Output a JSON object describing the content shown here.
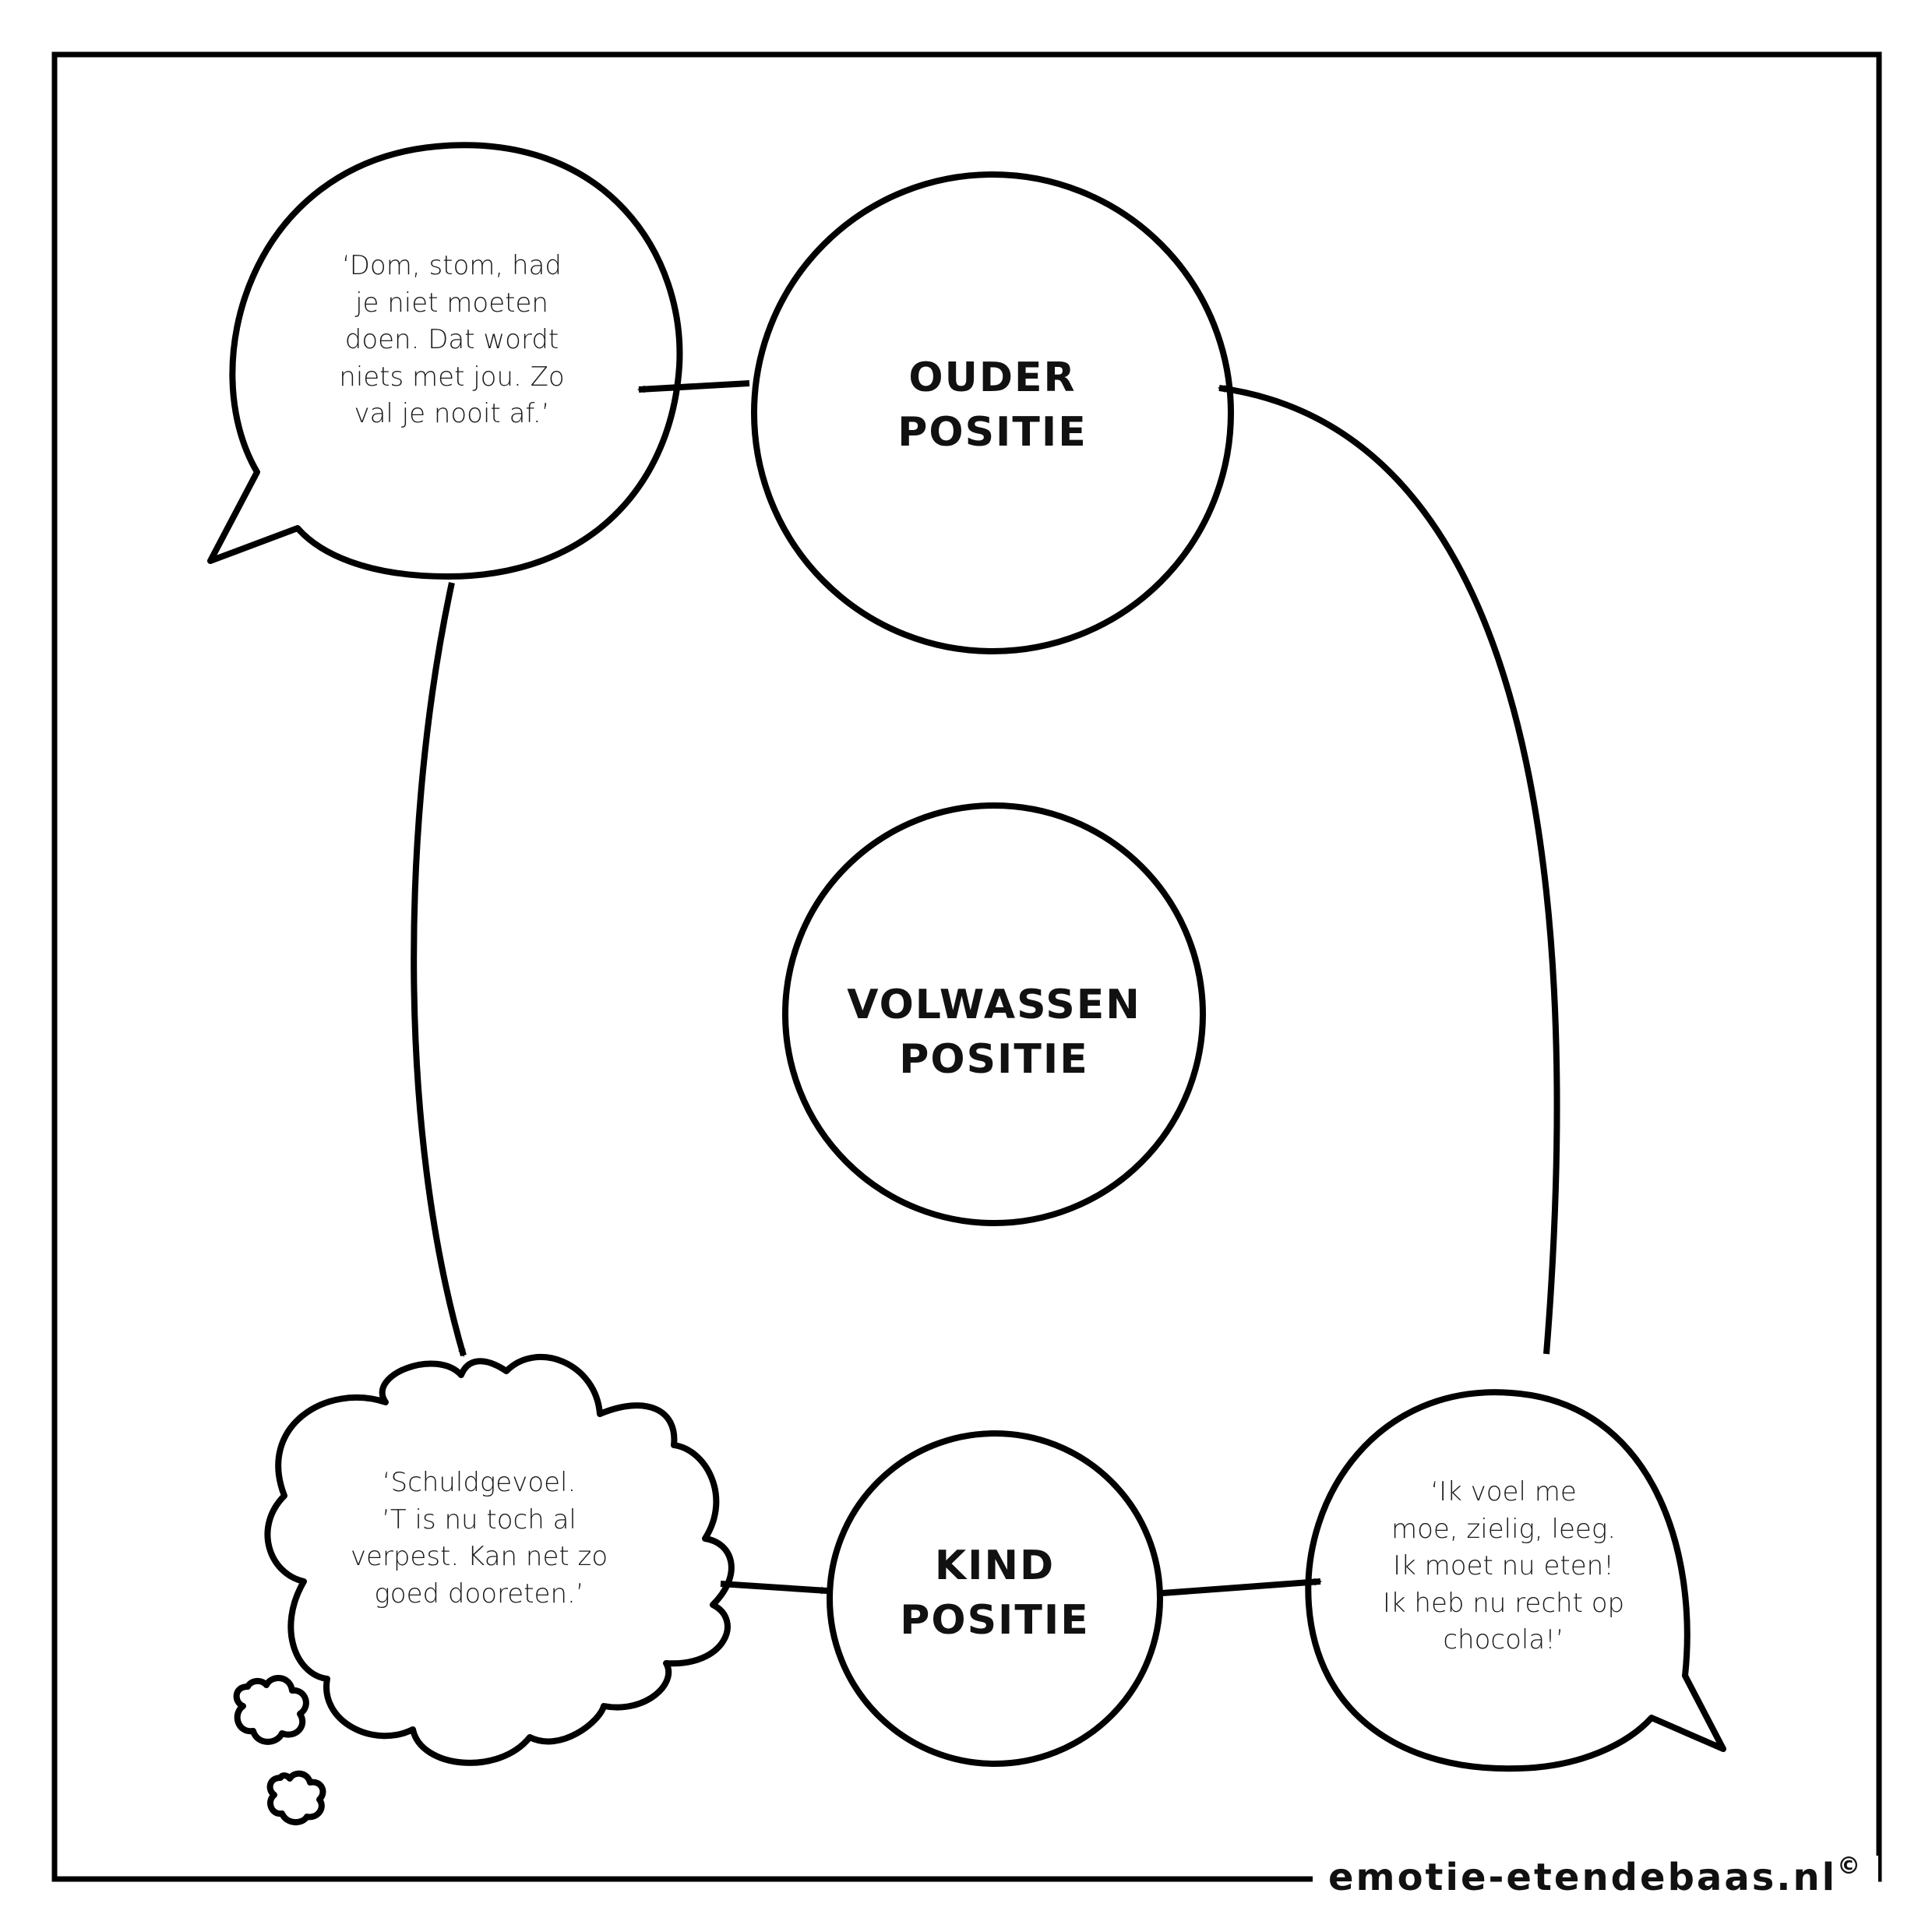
{
  "nodes": {
    "ouder": {
      "line1": "OUDER",
      "line2": "POSITIE"
    },
    "volwassen": {
      "line1": "VOLWASSEN",
      "line2": "POSITIE"
    },
    "kind": {
      "line1": "KIND",
      "line2": "POSITIE"
    }
  },
  "bubbles": {
    "ouder_speech": "‘Dom, stom, had\nje niet moeten\ndoen. Dat wordt\nniets met jou. Zo\nval je nooit af.’",
    "thought": "‘Schuldgevoel.\n’T is nu toch al\nverpest. Kan net zo\ngoed dooreten.’",
    "kind_speech": "‘Ik voel me\nmoe, zielig, leeg.\nIk moet nu eten!\nIk heb nu recht op\nchocola!’"
  },
  "footer": {
    "site": "emotie-etendebaas.nl",
    "copyright": "©"
  },
  "colors": {
    "stroke": "#000000",
    "background": "#ffffff"
  }
}
